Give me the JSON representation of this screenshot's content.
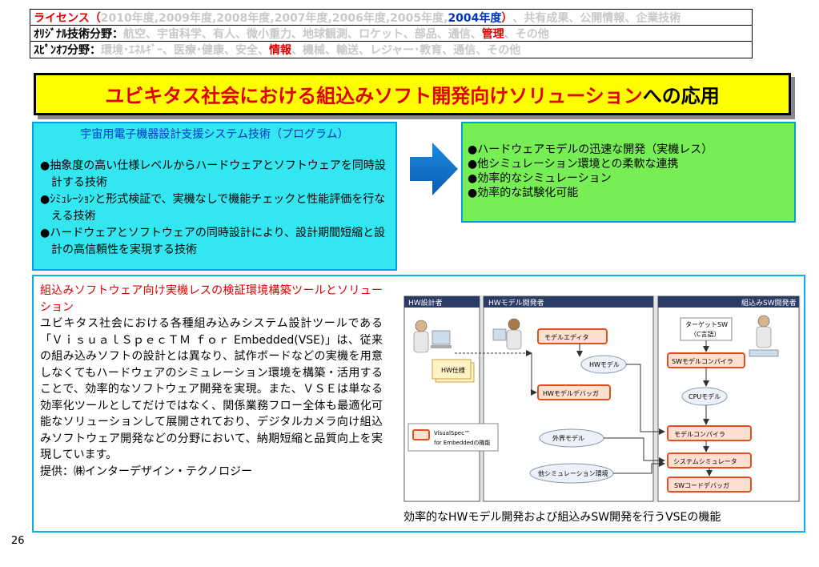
{
  "header": {
    "license": {
      "label": "ライセンス",
      "open": "（",
      "years_gray": "2010年度,2009年度,2008年度,2007年度,2006年度,2005年度,",
      "year_highlight": "2004年度",
      "close": "）",
      "rest_gray": "、共有成果、公開情報、企業技術"
    },
    "original_field": {
      "label": "ｵﾘｼﾞﾅﾙ技術分野",
      "colon": "：",
      "before_gray": "航空、宇宙科学、有人、微小重力、地球観測、ロケット、部品、通信、",
      "highlight": "管理",
      "after_gray": "、その他"
    },
    "spinoff_field": {
      "label": "ｽﾋﾟﾝｵﾌ分野",
      "colon": "：",
      "before_gray": "環境･ｴﾈﾙｷﾞｰ、医療･健康、安全、",
      "highlight": "情報",
      "after_gray": "、機械、輸送、レジャー･教育、通信、その他"
    }
  },
  "title": {
    "red": "ユビキタス社会における組込みソフト開発向けソリューション",
    "black": "への応用"
  },
  "technology": {
    "heading": "宇宙用電子機器設計支援システム技術（プログラム）",
    "bullets": [
      "●抽象度の高い仕様レベルからハードウェアとソフトウェアを同時設計する技術",
      "●ｼﾐｭﾚｰｼｮﾝと形式検証で、実機なしで機能チェックと性能評価を行なえる技術",
      "●ハードウェアとソフトウェアの同時設計により、設計期間短縮と設計の高信頼性を実現する技術"
    ]
  },
  "results": {
    "bullets": [
      "●ハードウェアモデルの迅速な開発（実機レス）",
      "●他シミュレーション環境との柔軟な連携",
      "●効率的なシミュレーション",
      "●効率的な試験化可能"
    ]
  },
  "description": {
    "heading": "組込みソフトウェア向け実機レスの検証環境構築ツールとソリューション",
    "body": "ユビキタス社会における各種組み込みシステム設計ツールである「ＶｉｓｕａｌＳｐｅｃＴＭ ｆｏｒ Embedded(VSE)」は、従来の組み込みソフトの設計とは異なり、試作ボードなどの実機を用意しなくてもハードウェアのシミュレーション環境を構築・活用することで、効率的なソフトウェア開発を実現。また、ＶＳＥは単なる効率化ツールとしてだけではなく、関係業務フロー全体も最適化可能なソリューションして展開されており、デジタルカメラ向け組込みソフトウェア開発などの分野において、納期短縮と品質向上を実現しています。",
    "provider": "提供：㈱インターデザイン・テクノロジー"
  },
  "diagram": {
    "col1": "HW設計者",
    "col2": "HWモデル開発者",
    "col3": "組込みSW開発者",
    "hw_spec": "HW仕様",
    "model_editor": "モデルエディタ",
    "hw_model": "HWモデル",
    "hw_model_debugger": "HWモデルデバッガ",
    "target_sw": "ターゲットSW",
    "target_sw_sub": "（C言語）",
    "sw_model_compiler": "SWモデルコンパイラ",
    "cpu_model": "CPUモデル",
    "model_compiler": "モデルコンパイラ",
    "system_simulator": "システムシミュレータ",
    "sw_code_debugger": "SWコードデバッガ",
    "external_model": "外界モデル",
    "other_sim": "他シミュレーション環境",
    "legend_line1": "VisualSpec™",
    "legend_line2": "for Embeddedの機能"
  },
  "caption": "効率的なHWモデル開発および組込みSW開発を行うVSEの機能",
  "page_number": "26"
}
